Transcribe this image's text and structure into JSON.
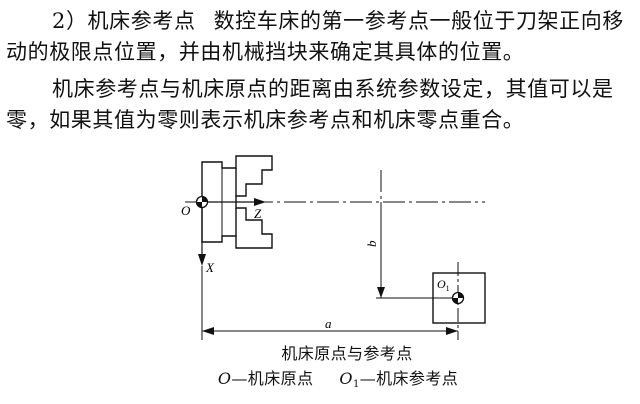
{
  "paragraphs": {
    "p1_heading": "2）机床参考点",
    "p1_body": "数控车床的第一参考点一般位于刀架正向移动的极限点位置，并由机械挡块来确定其具体的位置。",
    "p2": "机床参考点与机床原点的距离由系统参数设定，其值可以是零，如果其值为零则表示机床参考点和机床零点重合。"
  },
  "figure": {
    "labels": {
      "origin": "O",
      "z_axis": "Z",
      "x_axis": "X",
      "ref_point": "O",
      "ref_point_sub": "1",
      "dim_a": "a",
      "dim_b": "b"
    },
    "caption_title": "机床原点与参考点",
    "caption_legend_o": "O",
    "caption_legend_o_text": "—机床原点",
    "caption_legend_o1": "O",
    "caption_legend_o1_sub": "1",
    "caption_legend_o1_text": "—机床参考点"
  }
}
